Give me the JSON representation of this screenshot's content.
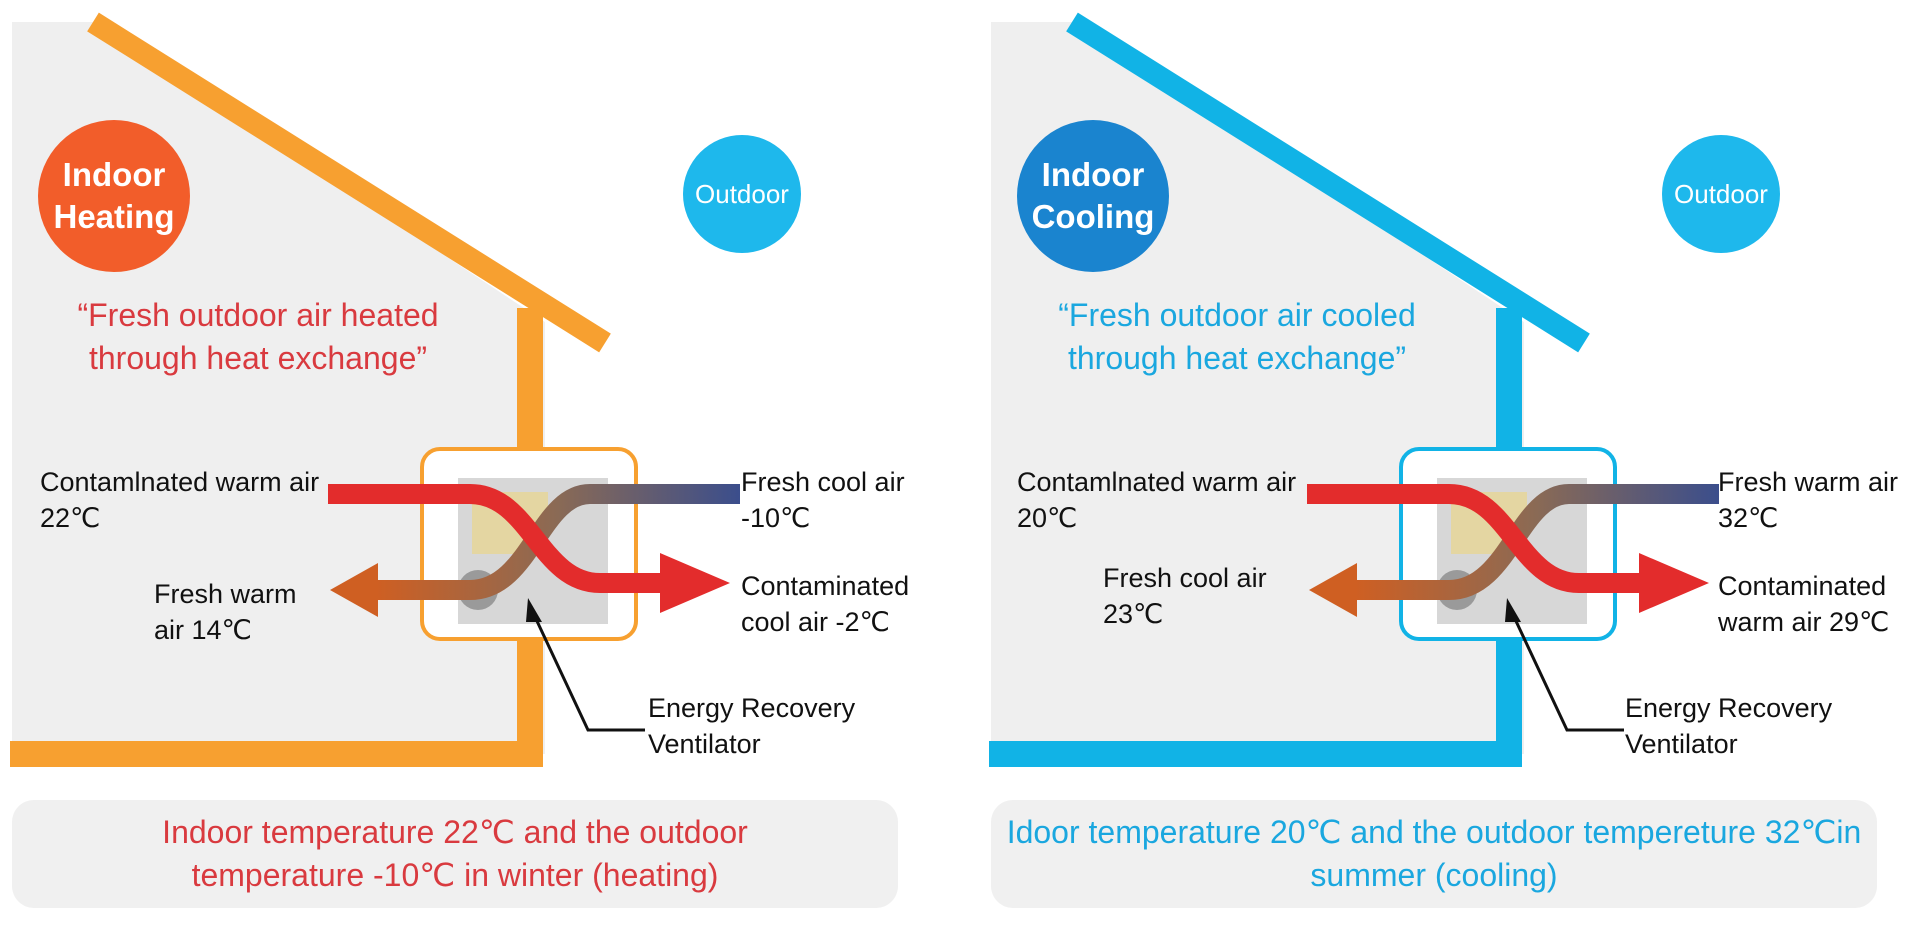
{
  "panels": [
    {
      "id": "heating",
      "mode_label": "Indoor Heating",
      "outdoor_label": "Outdoor",
      "quote": "“Fresh outdoor air heated through heat exchange”",
      "top_left_label": "Contamlnated warm air 22℃",
      "bottom_left_label": "Fresh warm air 14℃",
      "top_right_label": "Fresh cool air -10℃",
      "bottom_right_label": "Contaminated cool air -2℃",
      "device_label": "Energy Recovery Ventilator",
      "footer": "Indoor temperature 22℃ and the outdoor temperature -10℃ in winter (heating)",
      "colors": {
        "house": "#f7a030",
        "mode_badge": "#f25d2a",
        "outdoor_badge": "#1eb8ec",
        "text": "#d93a3f"
      }
    },
    {
      "id": "cooling",
      "mode_label": "Indoor Cooling",
      "outdoor_label": "Outdoor",
      "quote": "“Fresh outdoor air cooled through heat exchange”",
      "top_left_label": "Contamlnated warm air 20℃",
      "bottom_left_label": "Fresh cool air 23℃",
      "top_right_label": "Fresh warm air 32℃",
      "bottom_right_label": "Contaminated warm air 29℃",
      "device_label": "Energy Recovery Ventilator",
      "footer": "Idoor temperature 20℃ and the outdoor tempereture 32℃in summer (cooling)",
      "colors": {
        "house": "#11b3e6",
        "mode_badge": "#1a84cf",
        "outdoor_badge": "#1eb8ec",
        "text": "#1aa7df"
      }
    }
  ]
}
